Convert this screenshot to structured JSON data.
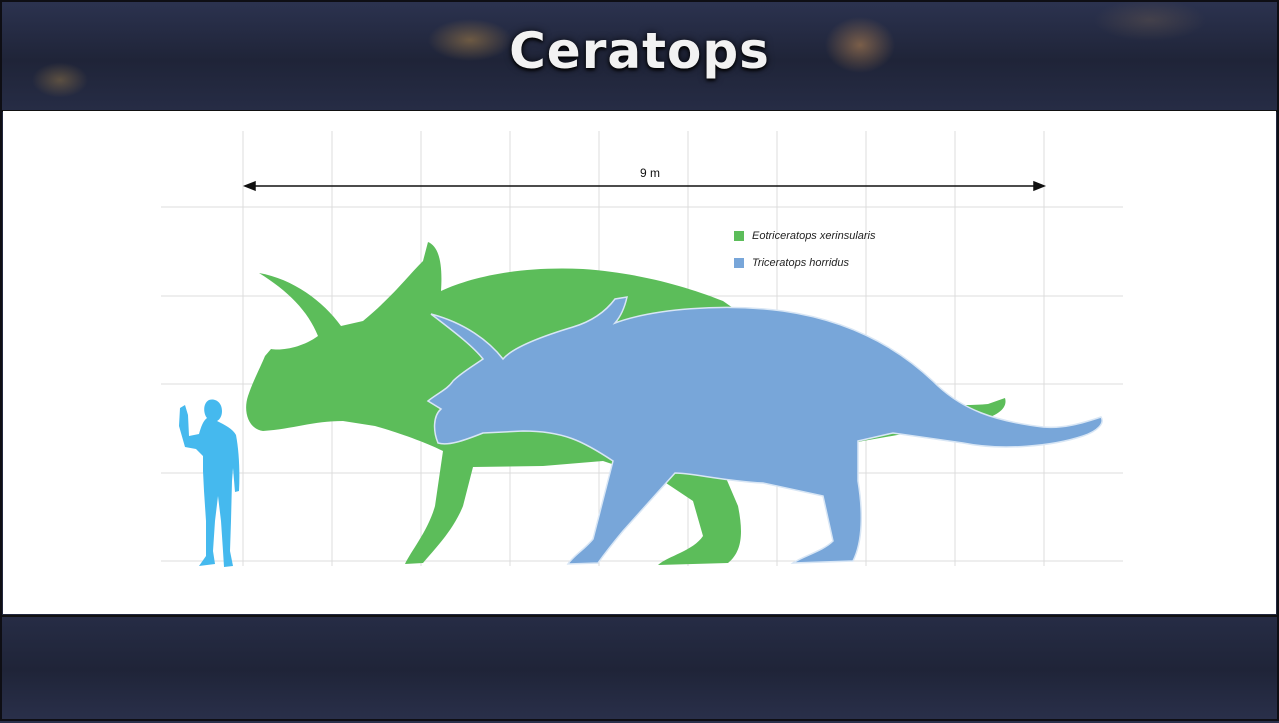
{
  "slide": {
    "title": "Ceratops"
  },
  "diagram": {
    "scale_label": "9 m",
    "legend": [
      {
        "label": "Eotriceratops xerinsularis",
        "color": "#5cbd5a"
      },
      {
        "label": "Triceratops horridus",
        "color": "#78a6d9"
      }
    ],
    "human_color": "#45b9ee"
  }
}
